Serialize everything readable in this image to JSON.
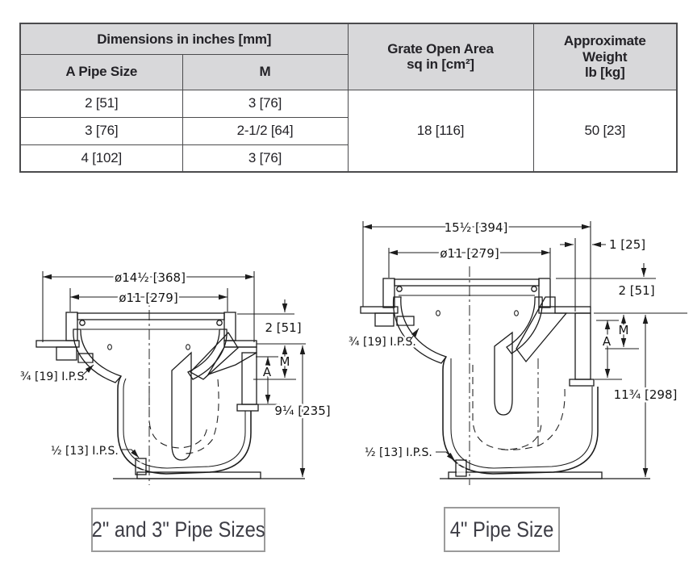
{
  "colors": {
    "table_border": "#4b4b4d",
    "header_bg": "#d8d8da",
    "table_text": "#232227",
    "line_color": "#1c1c1c",
    "caption_text": "#3d3d45",
    "caption_border": "#9b9b9b",
    "page_bg": "#ffffff"
  },
  "table": {
    "dims_header": "Dimensions in inches [mm]",
    "pipe_col": "A Pipe Size",
    "m_col": "M",
    "grate_header": [
      "Grate Open Area",
      "sq in [cm²]"
    ],
    "weight_header": [
      "Approximate",
      "Weight",
      "lb [kg]"
    ],
    "rows": [
      [
        "2 [51]",
        "3 [76]"
      ],
      [
        "3 [76]",
        "2-1/2 [64]"
      ],
      [
        "4 [102]",
        "3 [76]"
      ]
    ],
    "grate_value": "18 [116]",
    "weight_value": "50 [23]"
  },
  "left_drawing": {
    "dia_outer": "ø14½ [368]",
    "dia_grate": "ø11 [279]",
    "rim_depth": "2 [51]",
    "m_label": "M",
    "a_label": "A",
    "height": "9¼ [235]",
    "ips_top": "¾ [19] I.P.S.",
    "ips_bottom": "½ [13] I.P.S."
  },
  "right_drawing": {
    "overall_width": "15½ [394]",
    "outlet_ext": "1 [25]",
    "dia_grate": "ø11 [279]",
    "rim_depth": "2 [51]",
    "m_label": "M",
    "a_label": "A",
    "height": "11¾ [298]",
    "ips_top": "¾ [19] I.P.S.",
    "ips_bottom": "½ [13] I.P.S."
  },
  "captions": {
    "left": "2\" and 3\" Pipe Sizes",
    "right": "4\" Pipe Size"
  }
}
